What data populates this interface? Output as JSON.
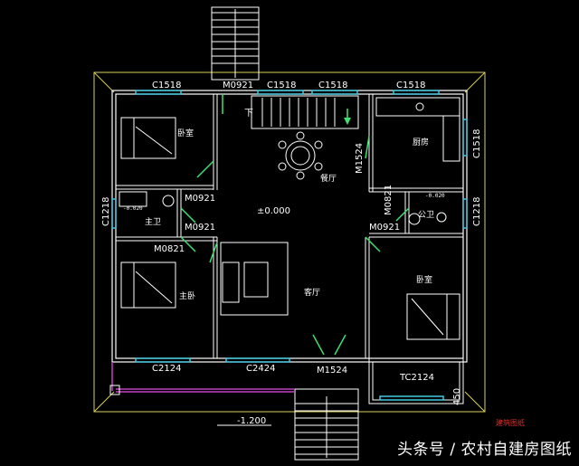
{
  "labels": {
    "window_top_1": "C1518",
    "window_top_2": "C1518",
    "window_top_3": "C1518",
    "window_top_4": "C1518",
    "window_right_kitchen": "C1518",
    "window_left_bath": "C1218",
    "window_right_bath": "C1218",
    "door_top": "M0921",
    "door_bath_1": "M0921",
    "door_bath_2": "M0921",
    "door_master": "M0821",
    "door_wc_right": "M0821",
    "door_wc_right_2": "M0921",
    "door_kitchen": "M1524",
    "door_main": "M1524",
    "window_bottom_left": "C2124",
    "window_bottom_mid": "C2424",
    "window_bottom_right": "TC2124",
    "elevation_floor": "±0.000",
    "elevation_ground": "-1.200",
    "stair_down": "下",
    "dim_450": "450",
    "bath_elev_1": "-0.020",
    "bath_elev_2": "-0.020"
  },
  "rooms": {
    "bedroom_nw": "卧室",
    "master_bath": "主卫",
    "master_bedroom": "主卧",
    "dining": "餐厅",
    "living": "客厅",
    "kitchen": "厨房",
    "public_bath": "公卫",
    "bedroom_se": "卧室"
  },
  "stamp": "建筑图纸",
  "watermark": "头条号 / 农村自建房图纸",
  "colors": {
    "background": "#000000",
    "wall": "#ffffff",
    "axis": "#e8e070",
    "window": "#40c8e0",
    "door": "#40e070",
    "balcony": "#c040c0",
    "stamp": "#e0302a"
  }
}
